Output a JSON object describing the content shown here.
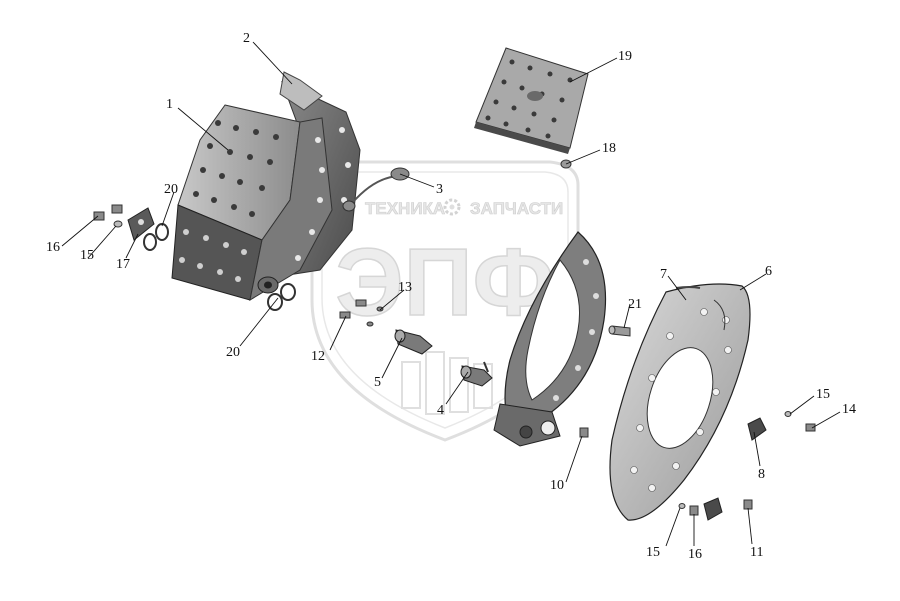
{
  "watermark": {
    "text_left": "ТЕХНИКА",
    "text_right": "ЗАПЧАСТИ",
    "monogram": "ЭПФ"
  },
  "callouts": [
    {
      "id": "c1",
      "label": "1"
    },
    {
      "id": "c2",
      "label": "2"
    },
    {
      "id": "c3",
      "label": "3"
    },
    {
      "id": "c4",
      "label": "4"
    },
    {
      "id": "c5",
      "label": "5"
    },
    {
      "id": "c6",
      "label": "6"
    },
    {
      "id": "c7",
      "label": "7"
    },
    {
      "id": "c8",
      "label": "8"
    },
    {
      "id": "c10",
      "label": "10"
    },
    {
      "id": "c11",
      "label": "11"
    },
    {
      "id": "c12",
      "label": "12"
    },
    {
      "id": "c13",
      "label": "13"
    },
    {
      "id": "c14",
      "label": "14"
    },
    {
      "id": "c15a",
      "label": "15"
    },
    {
      "id": "c15b",
      "label": "15"
    },
    {
      "id": "c15c",
      "label": "15"
    },
    {
      "id": "c16a",
      "label": "16"
    },
    {
      "id": "c16b",
      "label": "16"
    },
    {
      "id": "c17",
      "label": "17"
    },
    {
      "id": "c18",
      "label": "18"
    },
    {
      "id": "c19",
      "label": "19"
    },
    {
      "id": "c20a",
      "label": "20"
    },
    {
      "id": "c20b",
      "label": "20"
    },
    {
      "id": "c21",
      "label": "21"
    }
  ]
}
